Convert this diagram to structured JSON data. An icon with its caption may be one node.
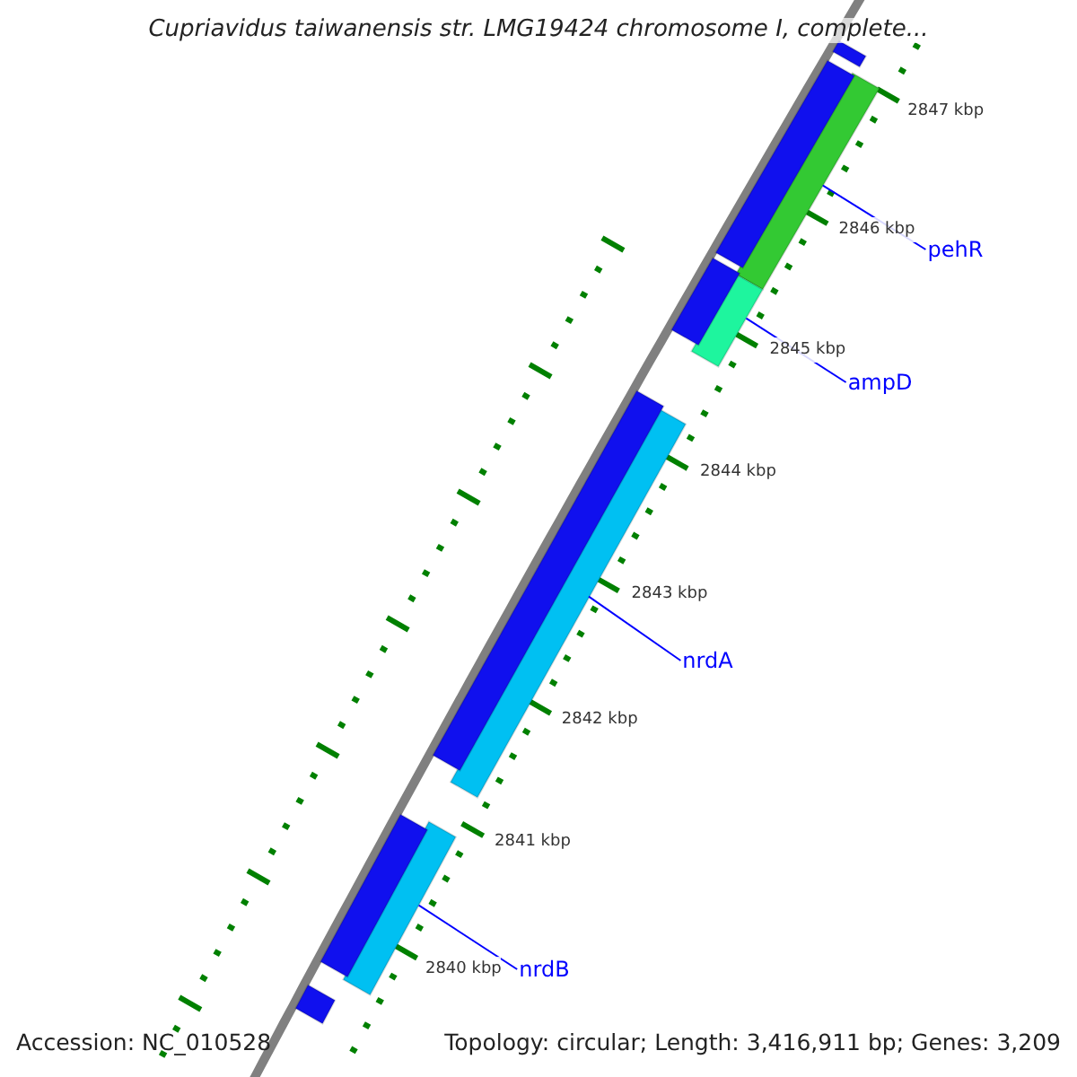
{
  "diagram": {
    "title": "Cupriavidus taiwanensis str. LMG19424 chromosome I, complete...",
    "nodes": [
      {
        "text": [
          "pehR"
        ]
      },
      {
        "text": [],
        "shape": "bar"
      },
      {
        "text": [
          "ampD"
        ]
      },
      {
        "text": [],
        "shape": "bar"
      },
      {
        "text": [
          "nrdA"
        ]
      },
      {
        "text": [],
        "shape": "bar"
      },
      {
        "text": [
          "nrdB"
        ]
      },
      {
        "text": [],
        "shape": "bar"
      },
      {
        "text": [],
        "shape": "bar"
      },
      {
        "text": [],
        "shape": "bar"
      },
      {
        "text": [],
        "shape": "bar"
      },
      {
        "text": [],
        "shape": "bar"
      },
      {
        "text": [],
        "shape": "bar"
      },
      {
        "text": [],
        "shape": "bar"
      }
    ],
    "edges": [
      {
        "from": 0,
        "to": 1,
        "arrow": "none"
      },
      {
        "from": 2,
        "to": 3,
        "arrow": "none"
      },
      {
        "from": 4,
        "to": 5,
        "arrow": "none"
      },
      {
        "from": 6,
        "to": 7,
        "arrow": "none"
      }
    ],
    "labels": [
      "2847 kbp",
      "2846 kbp",
      "2845 kbp",
      "2844 kbp",
      "2843 kbp",
      "2842 kbp",
      "2841 kbp",
      "2840 kbp",
      "Accession: NC_010528",
      "Topology: circular; Length: 3,416,911 bp; Genes: 3,209"
    ]
  }
}
